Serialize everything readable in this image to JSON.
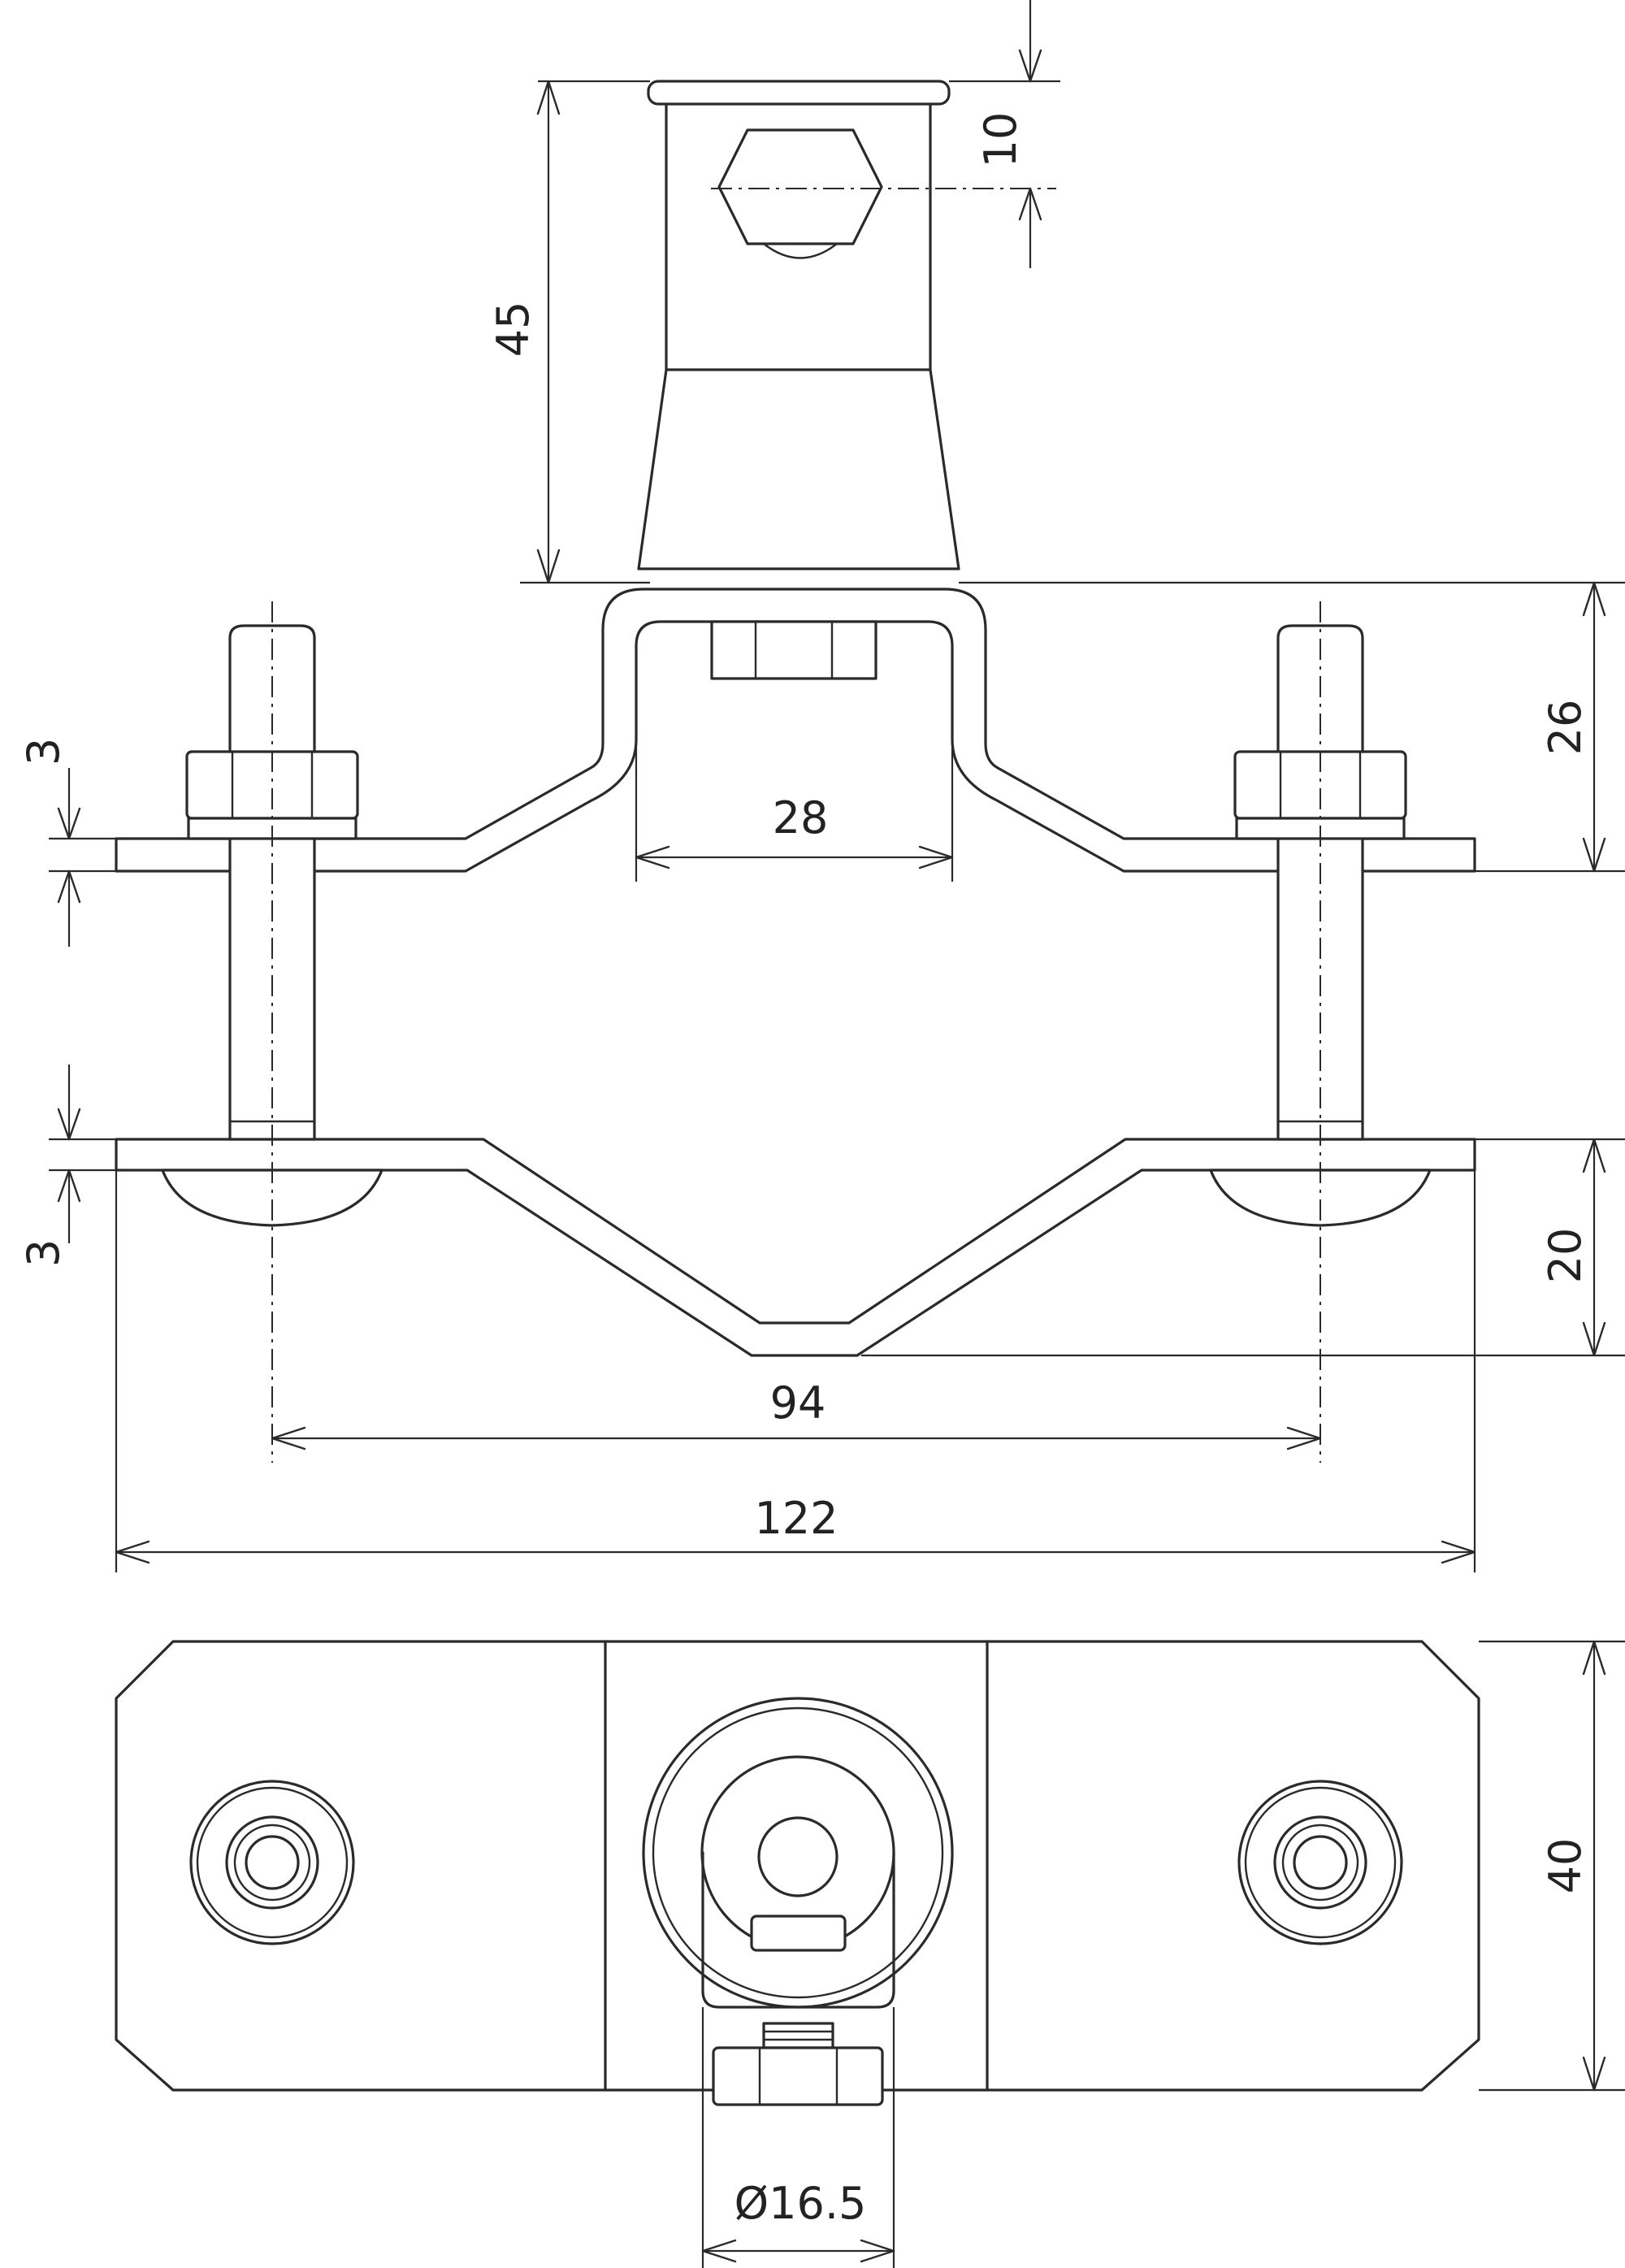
{
  "drawing": {
    "dimensions": {
      "d10": "10",
      "d45": "45",
      "d26": "26",
      "d28": "28",
      "d3_top": "3",
      "d3_bottom": "3",
      "d20": "20",
      "d94": "94",
      "d122": "122",
      "d40": "40",
      "d165": "Ø16.5"
    }
  }
}
